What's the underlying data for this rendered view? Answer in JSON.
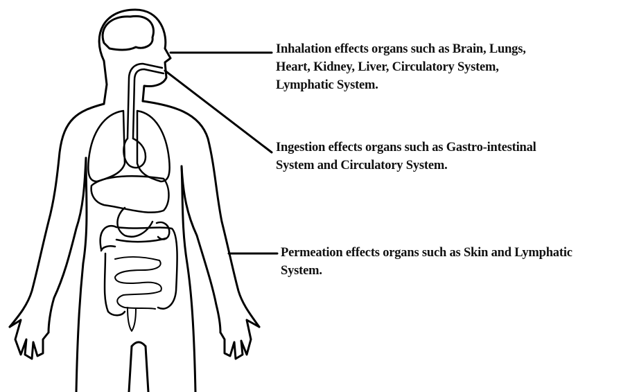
{
  "annotations": {
    "inhalation": {
      "lines": [
        "Inhalation effects organs such as Brain, Lungs,",
        "Heart, Kidney, Liver, Circulatory System,",
        "Lymphatic System."
      ]
    },
    "ingestion": {
      "lines": [
        "Ingestion effects organs such as Gastro-intestinal",
        "System and Circulatory System."
      ]
    },
    "permeation": {
      "lines": [
        "Permeation effects organs such as Skin and Lymphatic",
        "System."
      ]
    }
  },
  "colors": {
    "outline": "#000000",
    "text": "#111111",
    "background": "#ffffff"
  }
}
